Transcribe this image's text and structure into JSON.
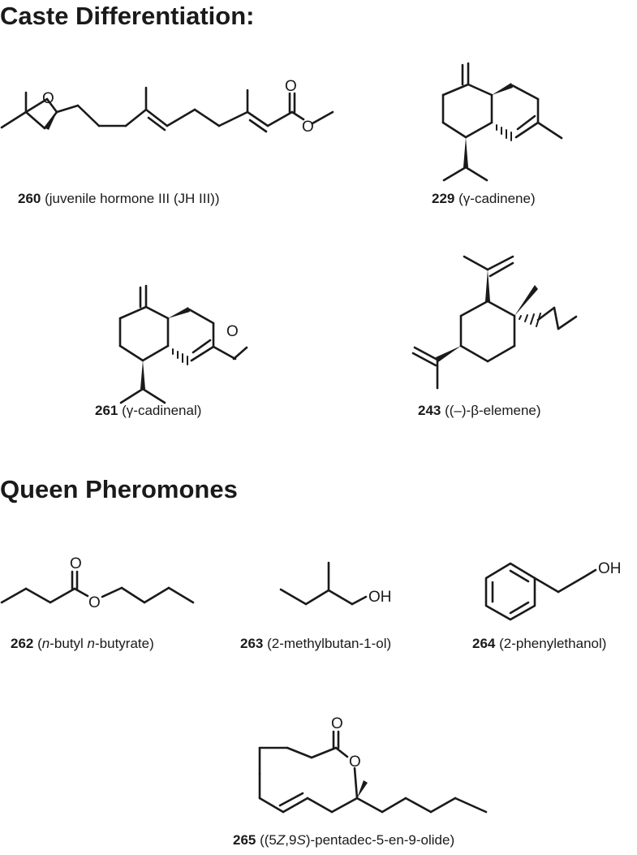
{
  "sections": [
    {
      "title": "Caste Differentiation:"
    },
    {
      "title": "Queen Pheromones"
    }
  ],
  "compounds": [
    {
      "number": "260",
      "name": "(juvenile hormone III (JH III))"
    },
    {
      "number": "229",
      "name_pre": "(",
      "greek": "γ",
      "name_post": "-cadinene)"
    },
    {
      "number": "261",
      "name_pre": "(",
      "greek": "γ",
      "name_post": "-cadinenal)"
    },
    {
      "number": "243",
      "name_pre": "((–)-",
      "greek": "β",
      "name_post": "-elemene)"
    },
    {
      "number": "262",
      "p1": "(",
      "i1": "n",
      "p2": "-butyl ",
      "i2": "n",
      "p3": "-butyrate)"
    },
    {
      "number": "263",
      "name": "(2-methylbutan-1-ol)"
    },
    {
      "number": "264",
      "name": "(2-phenylethanol)"
    },
    {
      "number": "265",
      "p1": "((5",
      "i1": "Z",
      "p2": ",9",
      "i2": "S",
      "p3": ")-pentadec-5-en-9-olide)"
    }
  ],
  "atom_labels": {
    "oxygen": "O",
    "hydroxyl": "OH"
  }
}
